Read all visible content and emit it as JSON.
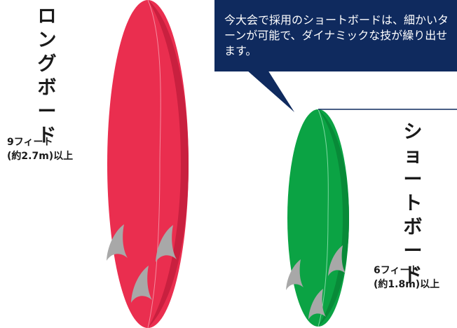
{
  "callout": {
    "text": "今大会で採用のショートボードは、細かいターンが可能で、ダイナミックな技が繰り出せます。"
  },
  "boards": {
    "long": {
      "title": "ロングボード",
      "length_ft": "9フィート",
      "length_m": "(約2.7m)以上",
      "color": "#ea2e4f"
    },
    "short": {
      "title": "ショートボード",
      "length_ft": "6フィート",
      "length_m": "(約1.8m)以上",
      "color": "#0ba344"
    }
  },
  "colors": {
    "callout_bg": "#0f2a5e",
    "fin": "#a8a8a8"
  }
}
